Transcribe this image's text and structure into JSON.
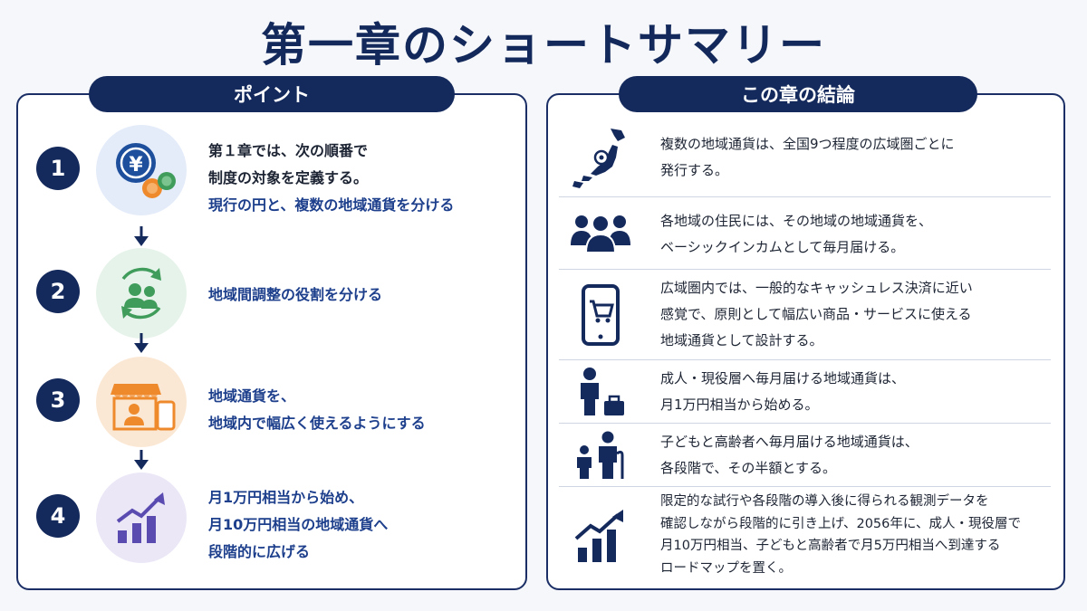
{
  "title": "第一章のショートサマリー",
  "left_panel": {
    "header": "ポイント",
    "steps": [
      {
        "number": "1",
        "icon": "yen-coins-icon",
        "lines_dark": [
          "第１章では、次の順番で",
          "制度の対象を定義する。"
        ],
        "lines_blue": [
          "現行の円と、複数の地域通貨を分ける"
        ]
      },
      {
        "number": "2",
        "icon": "exchange-people-icon",
        "lines_dark": [],
        "lines_blue": [
          "地域間調整の役割を分ける"
        ]
      },
      {
        "number": "3",
        "icon": "shop-phone-icon",
        "lines_dark": [],
        "lines_blue": [
          "地域通貨を、",
          "地域内で幅広く使えるようにする"
        ]
      },
      {
        "number": "4",
        "icon": "growth-chart-icon",
        "lines_dark": [],
        "lines_blue": [
          "月1万円相当から始め、",
          "月10万円相当の地域通貨へ",
          "段階的に広げる"
        ]
      }
    ]
  },
  "right_panel": {
    "header": "この章の結論",
    "rows": [
      {
        "icon": "japan-map-icon",
        "lines": [
          "複数の地域通貨は、全国9つ程度の広域圏ごとに",
          "発行する。"
        ]
      },
      {
        "icon": "residents-group-icon",
        "lines": [
          "各地域の住民には、その地域の地域通貨を、",
          "ベーシックインカムとして毎月届ける。"
        ]
      },
      {
        "icon": "smartphone-cart-icon",
        "lines": [
          "広域圏内では、一般的なキャッシュレス決済に近い",
          "感覚で、原則として幅広い商品・サービスに使える",
          "地域通貨として設計する。"
        ]
      },
      {
        "icon": "adult-worker-icon",
        "lines": [
          "成人・現役層へ毎月届ける地域通貨は、",
          "月1万円相当から始める。"
        ]
      },
      {
        "icon": "child-elderly-icon",
        "lines": [
          "子どもと高齢者へ毎月届ける地域通貨は、",
          "各段階で、その半額とする。"
        ]
      },
      {
        "icon": "roadmap-chart-icon",
        "lines": [
          "限定的な試行や各段階の導入後に得られる観測データを",
          "確認しながら段階的に引き上げ、2056年に、成人・現役層で",
          "月10万円相当、子どもと高齢者で月5万円相当へ到達する",
          "ロードマップを置く。"
        ]
      }
    ]
  },
  "colors": {
    "navy": "#14295c",
    "accent_blue": "#1d3f8c",
    "yen_blue": "#1e4f9c",
    "coin_orange": "#ee8a2c",
    "coin_green": "#3f9c5a",
    "chart_purple": "#5a4bb0"
  }
}
